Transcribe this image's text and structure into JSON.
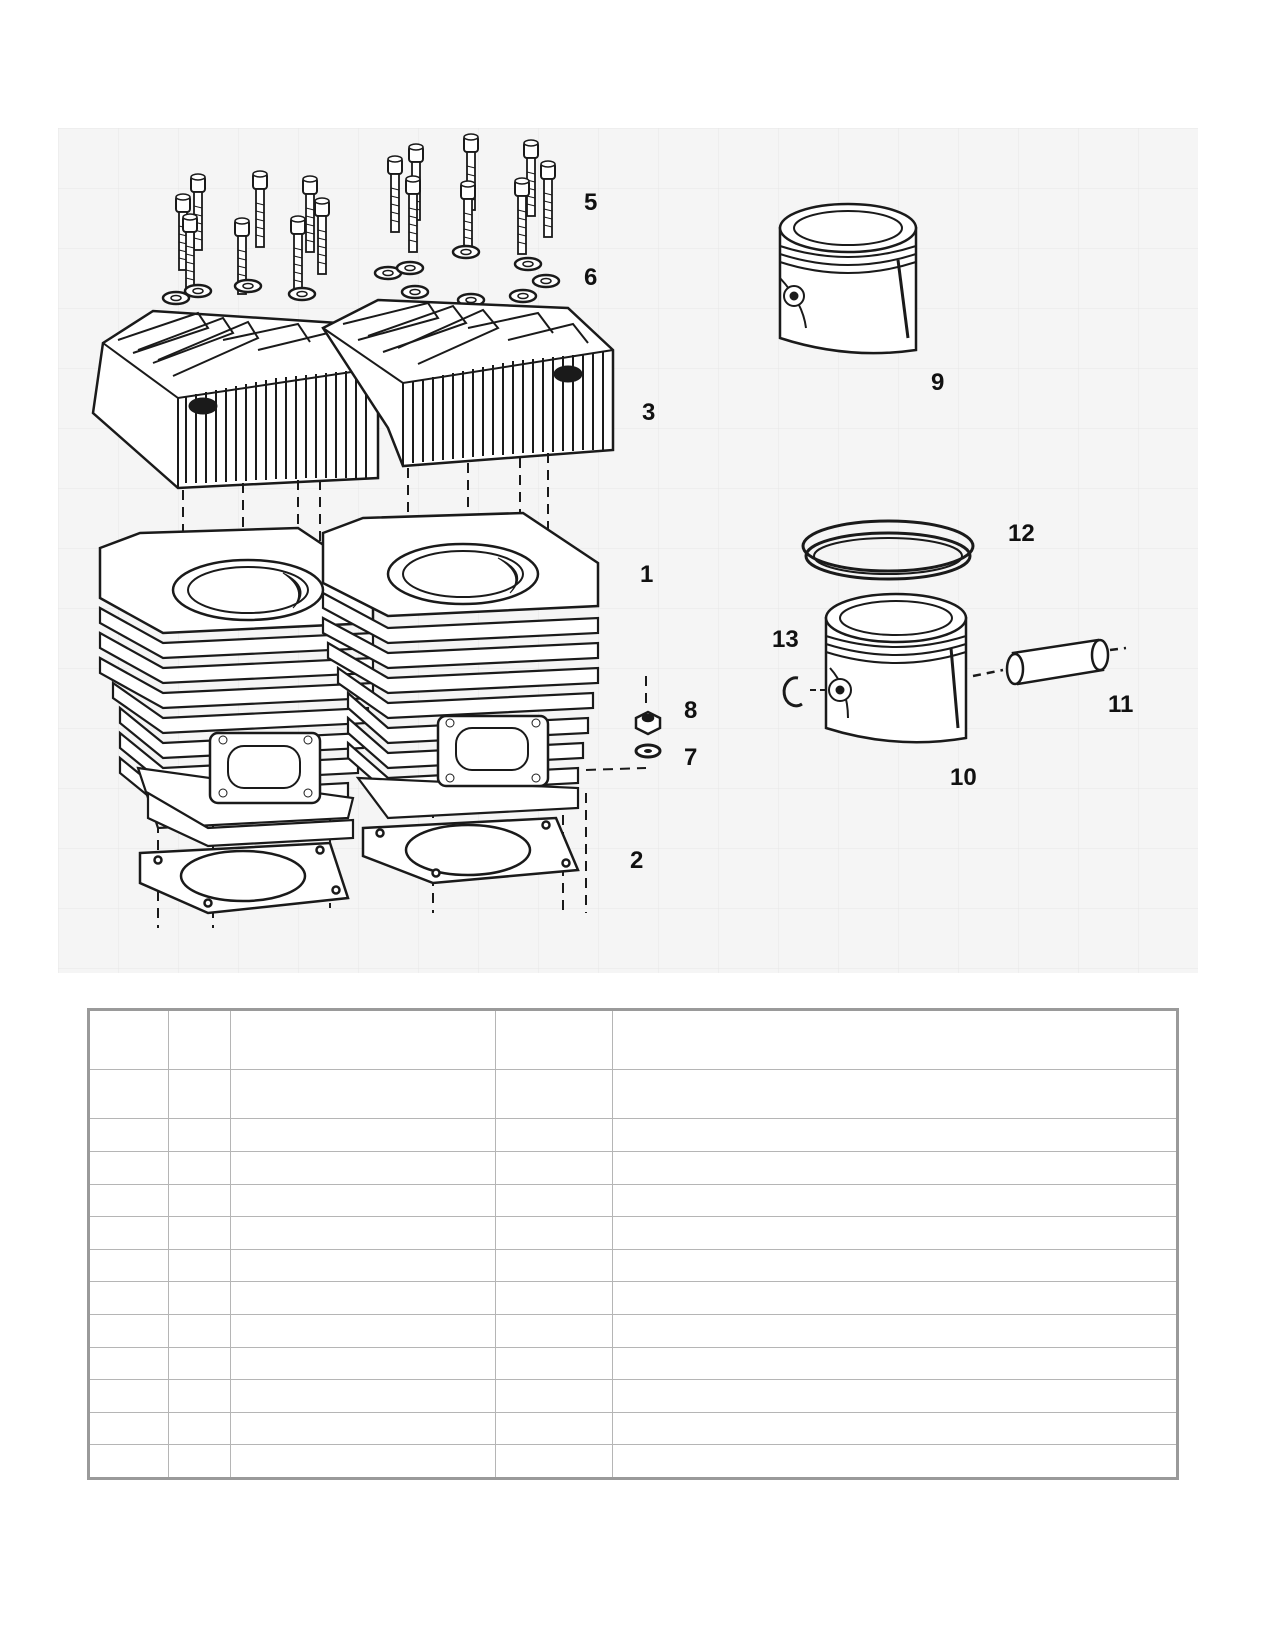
{
  "diagram": {
    "callouts": [
      {
        "id": "c1",
        "label": "1",
        "part": "cylinder"
      },
      {
        "id": "c2",
        "label": "2",
        "part": "base gasket"
      },
      {
        "id": "c3",
        "label": "3",
        "part": "cylinder head"
      },
      {
        "id": "c5",
        "label": "5",
        "part": "head bolts"
      },
      {
        "id": "c6",
        "label": "6",
        "part": "washers"
      },
      {
        "id": "c7",
        "label": "7",
        "part": "washer"
      },
      {
        "id": "c8",
        "label": "8",
        "part": "nut"
      },
      {
        "id": "c9",
        "label": "9",
        "part": "piston assembly"
      },
      {
        "id": "c10",
        "label": "10",
        "part": "piston"
      },
      {
        "id": "c11",
        "label": "11",
        "part": "piston pin"
      },
      {
        "id": "c12",
        "label": "12",
        "part": "piston rings"
      },
      {
        "id": "c13",
        "label": "13",
        "part": "circlip"
      }
    ]
  },
  "parts_table": {
    "headers": [
      "",
      "",
      "",
      "",
      ""
    ],
    "rows": [
      [
        "",
        "",
        "",
        "",
        ""
      ],
      [
        "",
        "",
        "",
        "",
        ""
      ],
      [
        "",
        "",
        "",
        "",
        ""
      ],
      [
        "",
        "",
        "",
        "",
        ""
      ],
      [
        "",
        "",
        "",
        "",
        ""
      ],
      [
        "",
        "",
        "",
        "",
        ""
      ],
      [
        "",
        "",
        "",
        "",
        ""
      ],
      [
        "",
        "",
        "",
        "",
        ""
      ],
      [
        "",
        "",
        "",
        "",
        ""
      ],
      [
        "",
        "",
        "",
        "",
        ""
      ],
      [
        "",
        "",
        "",
        "",
        ""
      ],
      [
        "",
        "",
        "",
        "",
        ""
      ]
    ]
  },
  "colors": {
    "line": "#1a1a1a",
    "paper": "#f4f4f4",
    "table_border": "#9a9a9a"
  }
}
